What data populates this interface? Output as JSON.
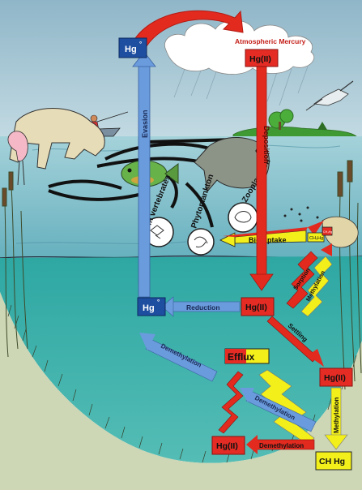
{
  "diagram": {
    "nodes": {
      "hg0_top": {
        "label": "Hg",
        "superscript": "°"
      },
      "atmospheric_mercury": {
        "label": "Atmospheric Mercury"
      },
      "hg2_atmosphere": {
        "label": "Hg(II)"
      },
      "hg0_water": {
        "label": "Hg",
        "superscript": "°"
      },
      "hg2_water": {
        "label": "Hg(II)"
      },
      "efflux": {
        "label": "Efflux"
      },
      "hg2_sediment_right": {
        "label": "Hg(II)"
      },
      "hg2_sediment_bottom": {
        "label": "Hg(II)"
      },
      "ch3hg": {
        "label": "CH Hg"
      },
      "ch3hg_small_1": {
        "label": "CH₃Hg"
      },
      "ch3hg_small_2": {
        "label": "CH₃Hg"
      }
    },
    "processes": {
      "evasion": "Evasion",
      "deposition": "Deposition",
      "reduction": "Reduction",
      "settling": "Settling",
      "demethylation_upper": "Demethylation",
      "demethylation_mid": "Demethylation",
      "demethylation_bottom": "Demethylation",
      "methylation_right": "Methylation",
      "methylation_up": "Methylation",
      "sorption": "Sorption",
      "bio_uptake": "Bio-uptake"
    },
    "organisms": {
      "invertebrates": "In vertebrates",
      "phytoplankton": "Phytoplankton",
      "zooplankton": "Zooplankton"
    }
  },
  "colors": {
    "sky": "#a9c8d6",
    "water_surface": "#77b7c4",
    "water_deep": "#2fa9a5",
    "sediment": "#cdd6b5",
    "mercury_red": "#e32a1f",
    "evasion_blue": "#6a9bdc",
    "methyl_yellow": "#f2ef1a",
    "node_fill_red": "#e42c24",
    "node_fill_blue": "#2e5fb0"
  },
  "icons": [
    "cougar-icon",
    "spoonbill-icon",
    "fisherman-boat-icon",
    "sunfish-icon",
    "bass-icon",
    "heron-icon",
    "island-trees-icon",
    "cloud-icon",
    "cattail-icon",
    "otter-icon"
  ]
}
